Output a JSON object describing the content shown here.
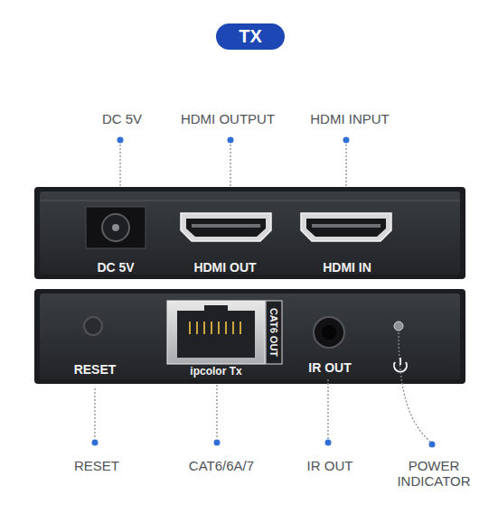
{
  "diagram": {
    "title": "TX",
    "labels": [
      "DC 5V",
      "HDMI OUTPUT",
      "HDMI INPUT",
      "DC 5V",
      "HDMI OUT",
      "HDMI IN",
      "RESET",
      "CAT6 OUT",
      "ipcolor Tx",
      "IR OUT",
      "RESET",
      "CAT6/6A/7",
      "IR OUT",
      "POWER INDICATOR"
    ]
  }
}
